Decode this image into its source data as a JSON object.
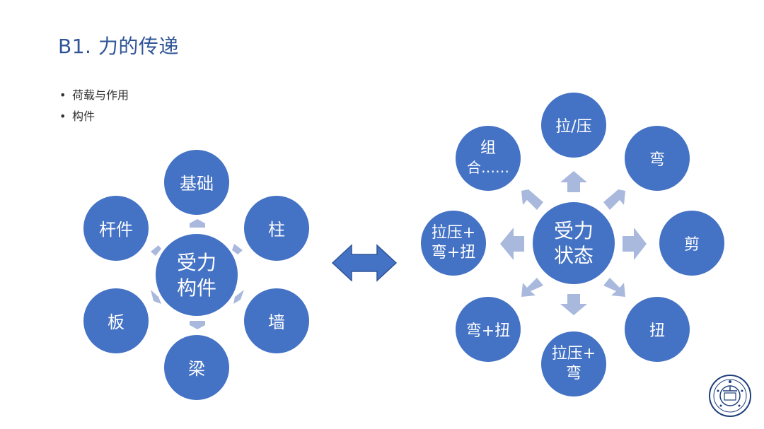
{
  "title": "B1. 力的传递",
  "bullets": [
    "荷载与作用",
    "构件"
  ],
  "left_diagram": {
    "center": [
      "受力",
      "构件"
    ],
    "nodes": [
      "基础",
      "柱",
      "墙",
      "梁",
      "板",
      "杆件"
    ]
  },
  "right_diagram": {
    "center": [
      "受力",
      "状态"
    ],
    "nodes": [
      [
        "拉/压"
      ],
      [
        "弯"
      ],
      [
        "剪"
      ],
      [
        "扭"
      ],
      [
        "拉压+",
        "弯"
      ],
      [
        "弯+扭"
      ],
      [
        "拉压+",
        "弯+扭"
      ],
      [
        "组",
        "合……"
      ]
    ]
  },
  "colors": {
    "node": "#4472c4",
    "arrow": "#a9b8dd",
    "title": "#2f5597"
  },
  "icons": {
    "connector": "double-arrow-icon",
    "logo": "university-seal-icon"
  }
}
